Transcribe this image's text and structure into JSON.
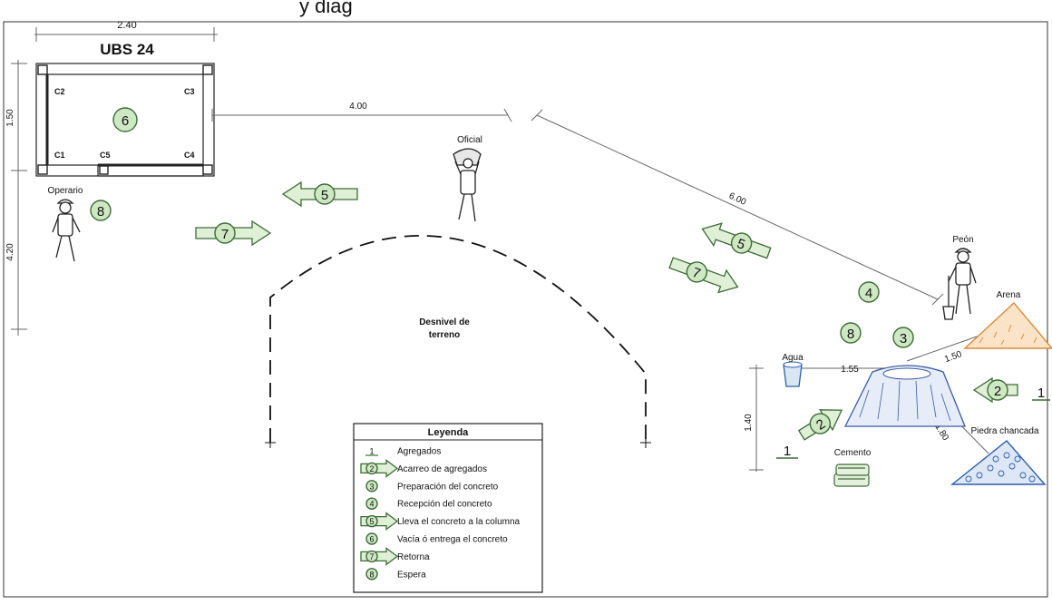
{
  "page_title": "Plano de trabajo - vaciado de columnas",
  "header_text": "y diag",
  "structure": {
    "title": "UBS 24",
    "columns": [
      "C1",
      "C2",
      "C3",
      "C4",
      "C5"
    ],
    "activity": "6"
  },
  "dimensions": {
    "width_top": "2.40",
    "left_upper": "1.50",
    "left_lower": "4.20",
    "dist_horizontal": "4.00",
    "dist_diagonal": "6.00",
    "dist_agua": "1.55",
    "dist_arena": "1.50",
    "dist_piedra": "1.80",
    "dist_vertical": "1.40"
  },
  "workers": {
    "operario": "Operario",
    "oficial": "Oficial",
    "peon": "Peón"
  },
  "materials": {
    "agua": "Agua",
    "arena": "Arena",
    "cemento": "Cemento",
    "piedra": "Piedra chancada"
  },
  "terrain_label": "Desnivel de\nterreno",
  "terrain_line1": "Desnivel de",
  "terrain_line2": "terreno",
  "activity_markers": {
    "operario_wait": "8",
    "return_left": "7",
    "carry_left": "5",
    "carry_diag": "5",
    "return_diag": "7",
    "reception": "4",
    "wait_right": "8",
    "prep": "3",
    "carry_agg_right": "2",
    "carry_agg_left": "2",
    "agg_right": "1",
    "agg_left": "1"
  },
  "legend": {
    "title": "Leyenda",
    "items": [
      {
        "symbol": "1",
        "style": "underline",
        "label": "Agregados"
      },
      {
        "symbol": "2",
        "style": "arrow",
        "label": "Acarreo de agregados"
      },
      {
        "symbol": "3",
        "style": "circle",
        "label": "Preparación del concreto"
      },
      {
        "symbol": "4",
        "style": "circle",
        "label": "Recepción del concreto"
      },
      {
        "symbol": "5",
        "style": "arrow",
        "label": "Lleva el concreto a la columna"
      },
      {
        "symbol": "6",
        "style": "circle",
        "label": "Vacía ó entrega el concreto"
      },
      {
        "symbol": "7",
        "style": "arrow",
        "label": "Retorna"
      },
      {
        "symbol": "8",
        "style": "circle",
        "label": "Espera"
      }
    ]
  },
  "colors": {
    "marker_fill": "#cfe8c4",
    "marker_stroke": "#3d6b36",
    "arena": "#d9893a",
    "piedra": "#2f5fa8",
    "mixer": "#3a5aa0"
  }
}
